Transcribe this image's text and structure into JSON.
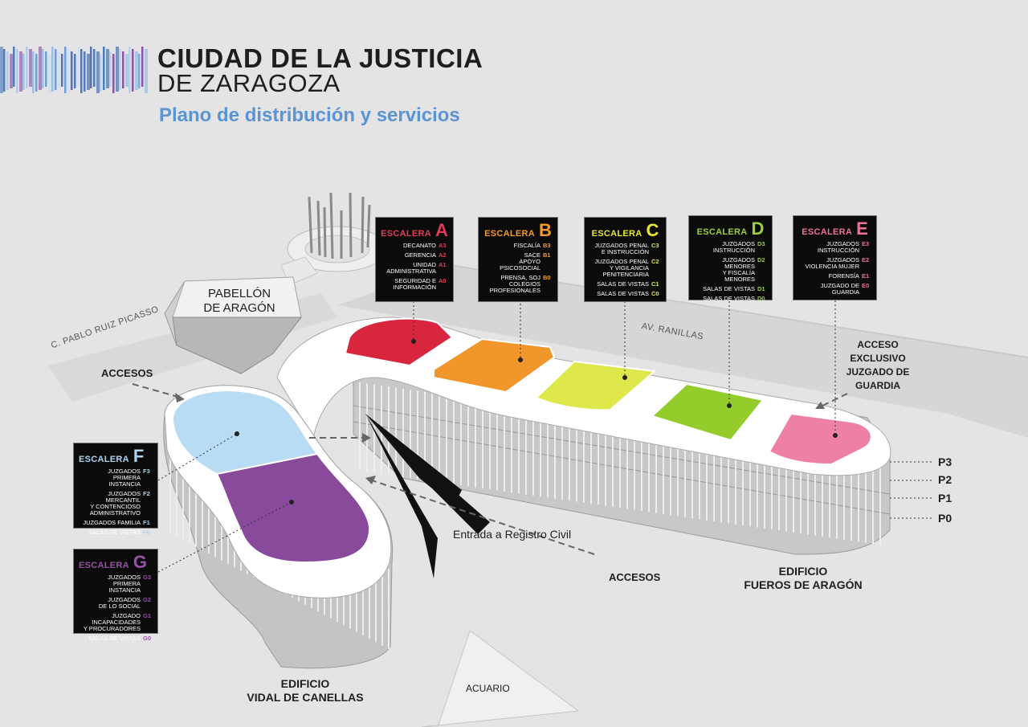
{
  "header": {
    "title_line1": "CIUDAD DE LA JUSTICIA",
    "title_line2": "DE ZARAGOZA",
    "subtitle": "Plano de distribución y servicios"
  },
  "map_labels": {
    "pabellon": "PABELLÓN\nDE ARAGÓN",
    "street_picasso": "C. PABLO RUIZ PICASSO",
    "street_ranillas": "AV. RANILLAS",
    "accesos_top": "ACCESOS",
    "accesos_bottom": "ACCESOS",
    "acceso_guardia": "ACCESO\nEXCLUSIVO\nJUZGADO DE\nGUARDIA",
    "registro_civil": "Entrada a Registro Civil",
    "edificio_fueros": "EDIFICIO\nFUEROS DE ARAGÓN",
    "edificio_vidal": "EDIFICIO\nVIDAL DE CANELLAS",
    "acuario": "ACUARIO"
  },
  "floors": [
    "P3",
    "P2",
    "P1",
    "P0"
  ],
  "stairs": [
    {
      "word": "ESCALERA",
      "letter": "A",
      "color": "#e03c5a",
      "floor_color": "#d8263f",
      "rows": [
        {
          "text": "DECANATO",
          "code": "A3"
        },
        {
          "text": "GERENCIA",
          "code": "A2"
        },
        {
          "text": "UNIDAD\nADMINISTRATIVA",
          "code": "A1"
        },
        {
          "text": "SEGURIDAD E\nINFORMACIÓN",
          "code": "A0"
        }
      ]
    },
    {
      "word": "ESCALERA",
      "letter": "B",
      "color": "#f29a2e",
      "floor_color": "#f0962b",
      "rows": [
        {
          "text": "FISCALÍA",
          "code": "B3"
        },
        {
          "text": "SACE\nAPOYO PSICOSOCIAL",
          "code": "B1"
        },
        {
          "text": "PRENSA, SOJ\nCOLEGIOS\nPROFESIONALES",
          "code": "B0"
        }
      ]
    },
    {
      "word": "ESCALERA",
      "letter": "C",
      "color": "#e6e63a",
      "floor_color": "#dfe84a",
      "rows": [
        {
          "text": "JUZGADOS PENAL\nE INSTRUCCIÓN",
          "code": "C3"
        },
        {
          "text": "JUZGADOS PENAL\nY VIGILANCIA\nPENITENCIARIA",
          "code": "C2"
        },
        {
          "text": "SALAS DE VISTAS",
          "code": "C1"
        },
        {
          "text": "SALAS DE VISTAS",
          "code": "C0"
        }
      ]
    },
    {
      "word": "ESCALERA",
      "letter": "D",
      "color": "#9ccf3a",
      "floor_color": "#93cc2b",
      "rows": [
        {
          "text": "JUZGADOS\nINSTRUCCIÓN",
          "code": "D3"
        },
        {
          "text": "JUZGADOS MENORES\nY FISCALÍA MENORES",
          "code": "D2"
        },
        {
          "text": "SALAS DE VISTAS",
          "code": "D1"
        },
        {
          "text": "SALAS DE VISTAS",
          "code": "D0"
        }
      ]
    },
    {
      "word": "ESCALERA",
      "letter": "E",
      "color": "#ec6f9c",
      "floor_color": "#ee80a8",
      "rows": [
        {
          "text": "JUZGADOS\nINSTRUCCIÓN",
          "code": "E3"
        },
        {
          "text": "JUZGADOS\nVIOLENCIA MUJER",
          "code": "E2"
        },
        {
          "text": "FORENSÍA",
          "code": "E1"
        },
        {
          "text": "JUZGADO DE\nGUARDIA",
          "code": "E0"
        }
      ]
    },
    {
      "word": "ESCALERA",
      "letter": "F",
      "color": "#a8d6f2",
      "floor_color": "#b8dcf3",
      "rows": [
        {
          "text": "JUZGADOS PRIMERA\nINSTANCIA",
          "code": "F3"
        },
        {
          "text": "JUZGADOS MERCANTIL\nY CONTENCIOSO\nADMINISTRATIVO",
          "code": "F2"
        },
        {
          "text": "JUZGADOS FAMILIA",
          "code": "F1"
        },
        {
          "text": "SALAS DE VISTAS",
          "code": "F0"
        }
      ]
    },
    {
      "word": "ESCALERA",
      "letter": "G",
      "color": "#9a4fa8",
      "floor_color": "#8a4a9c",
      "rows": [
        {
          "text": "JUZGADOS PRIMERA\nINSTANCIA",
          "code": "G3"
        },
        {
          "text": "JUZGADOS\nDE LO SOCIAL",
          "code": "G2"
        },
        {
          "text": "JUZGADO\nINCAPACIDADES\nY PROCURADORES",
          "code": "G1"
        },
        {
          "text": "SALAS DE VISTAS",
          "code": "G0"
        }
      ]
    }
  ],
  "logo": {
    "bar_colors": [
      "#2e6bb8",
      "#5b93d3",
      "#a7c8ea",
      "#2a3f8f",
      "#7db0e3",
      "#1b4e9c",
      "#c7dcf2",
      "#7c3a9a"
    ]
  }
}
